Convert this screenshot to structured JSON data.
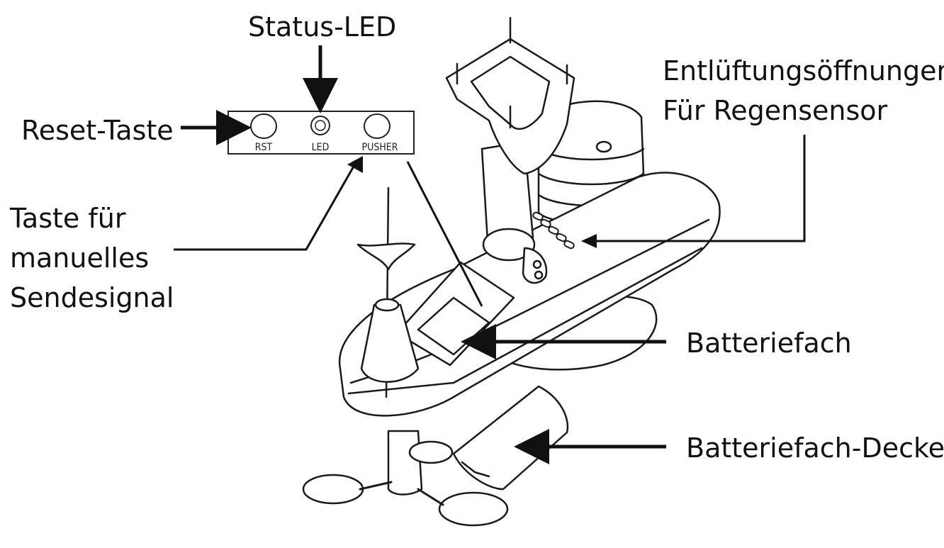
{
  "labels": {
    "status_led": "Status-LED",
    "reset_button": "Reset-Taste",
    "manual_send": [
      "Taste für",
      "manuelles",
      "Sendesignal"
    ],
    "vents": [
      "Entlüftungsöffnungen",
      "Für Regensensor"
    ],
    "battery_compartment": "Batteriefach",
    "battery_cover": "Batteriefach-Deckel"
  },
  "panel": {
    "rst": "RST",
    "led": "LED",
    "pusher": "PUSHER"
  }
}
